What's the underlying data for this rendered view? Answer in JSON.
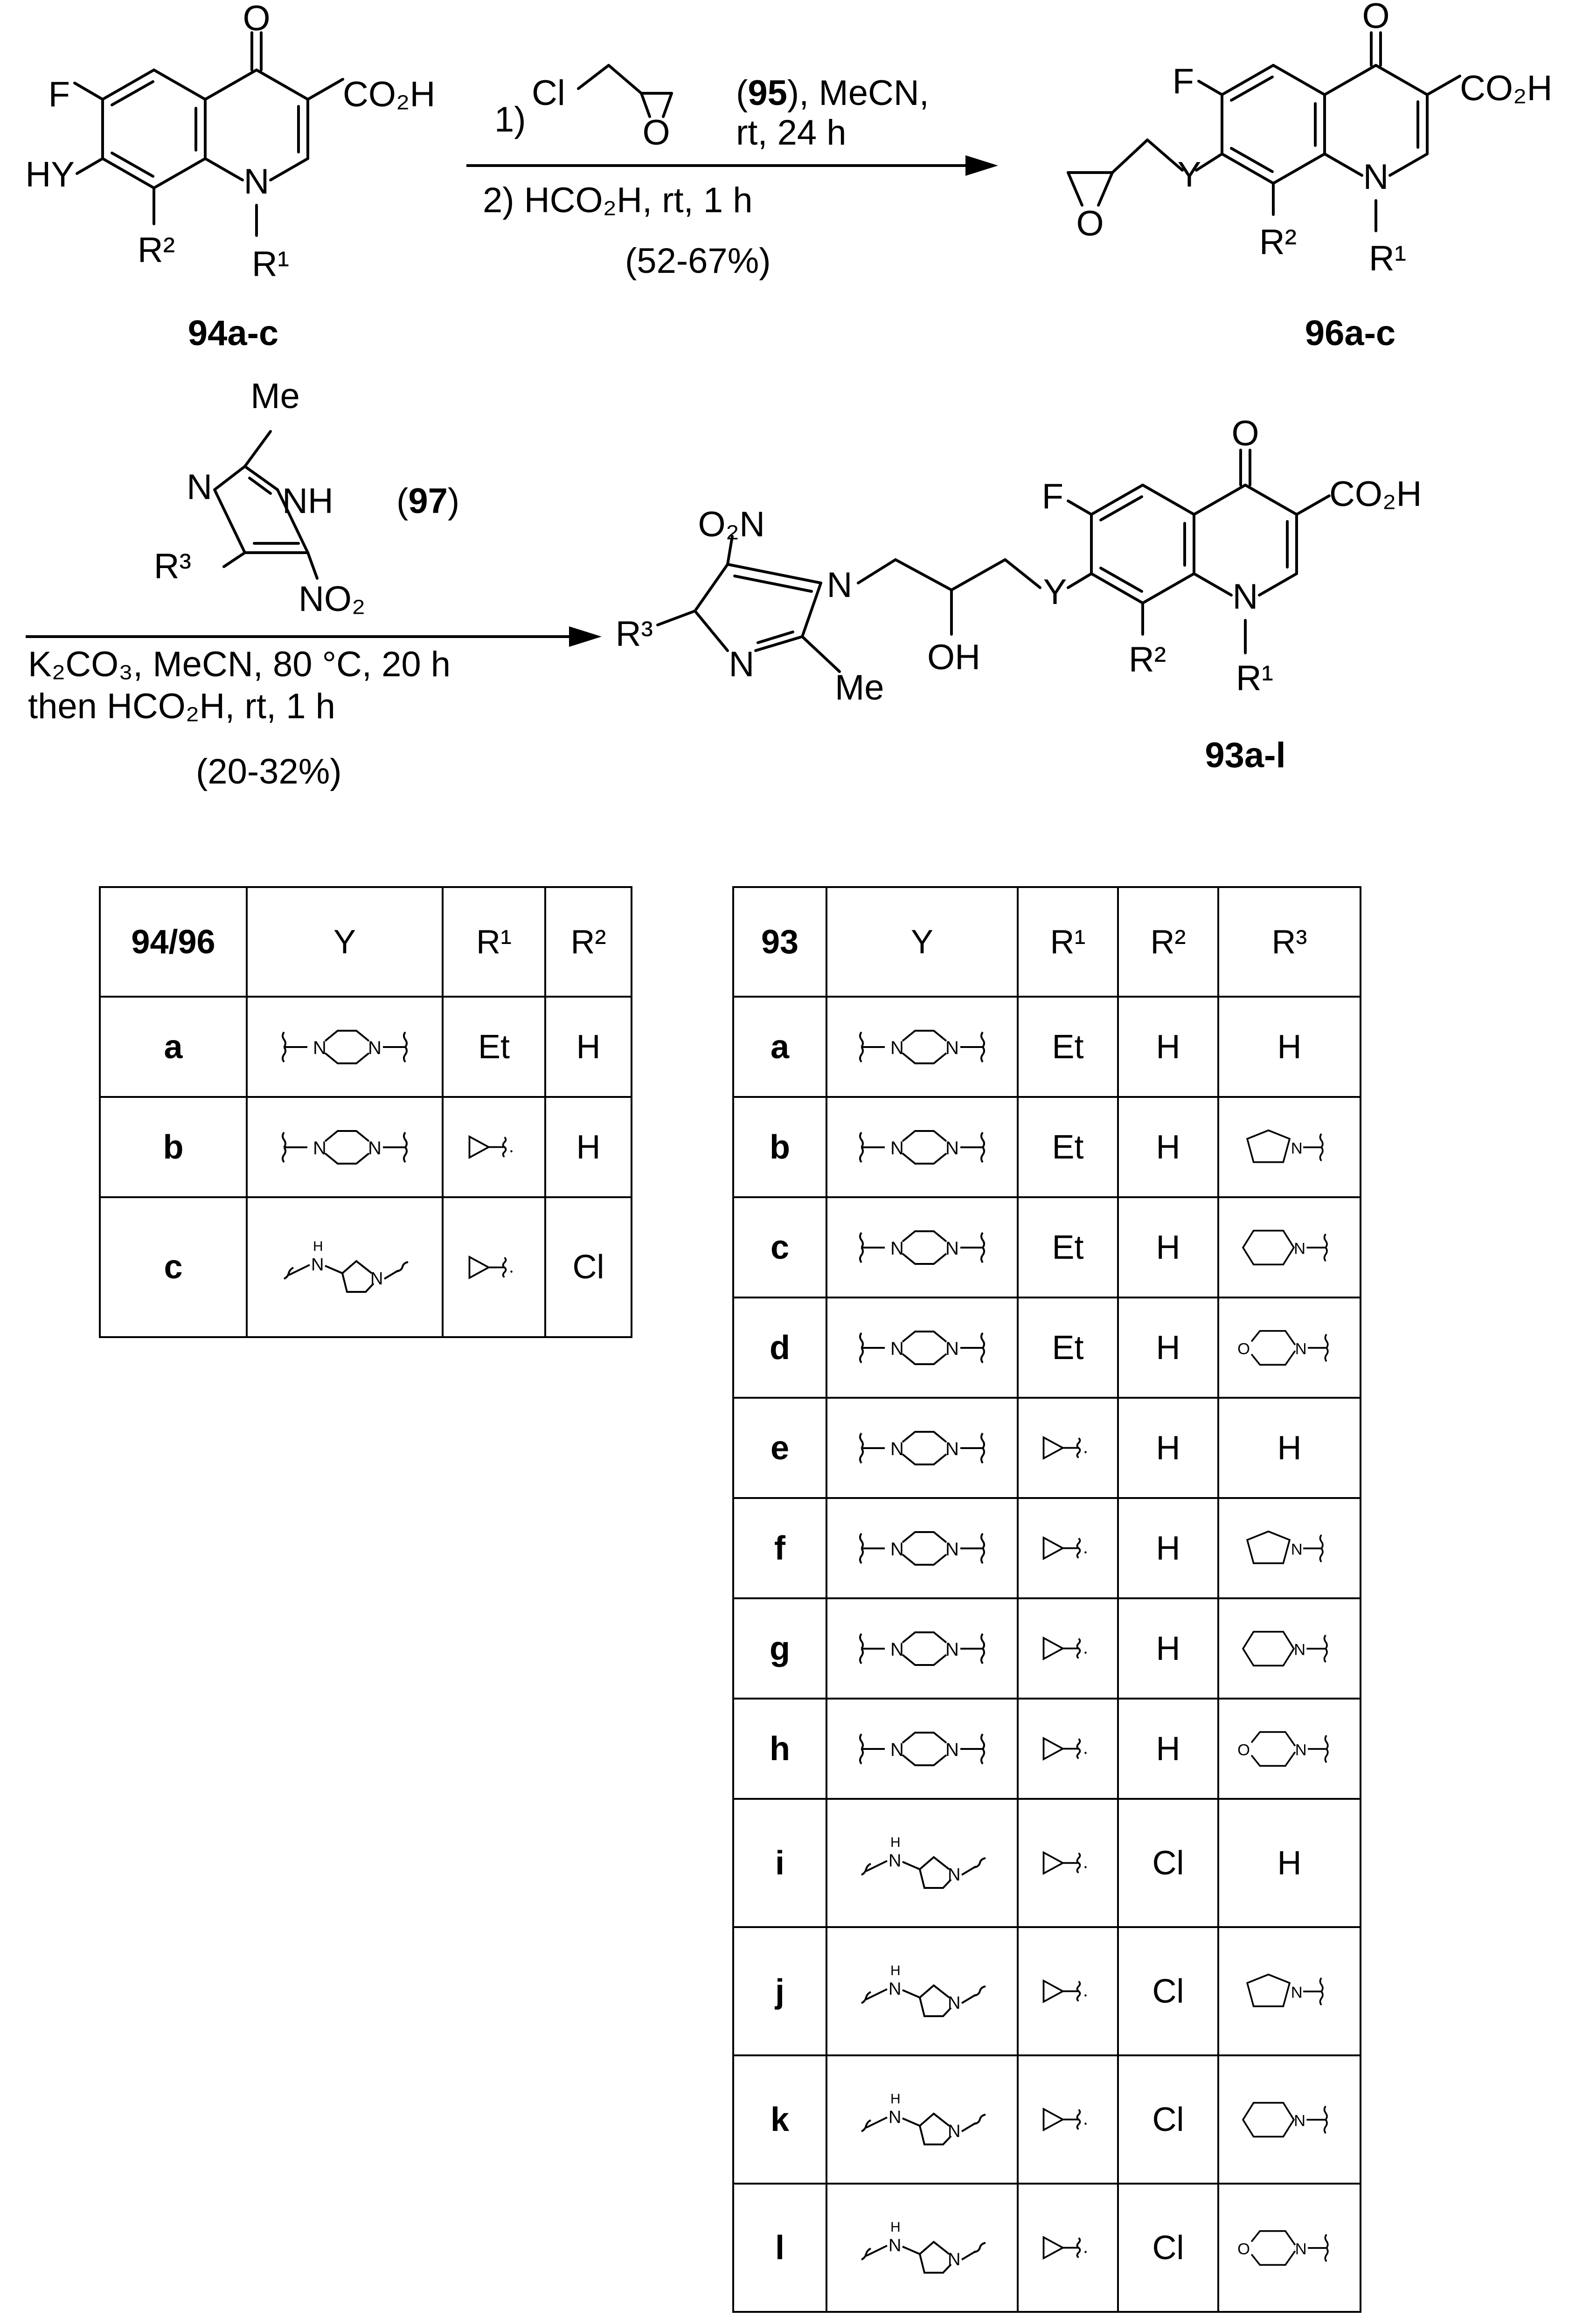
{
  "scheme": {
    "start_label": "94a-c",
    "intermediate_label": "96a-c",
    "product_label": "93a-l",
    "reagent_97_label": "97",
    "reagent_95_label": "95",
    "step1": {
      "line1_suffix": "), MeCN,",
      "line2": "rt, 24 h",
      "line3": "2) HCO₂H, rt, 1 h",
      "yield": "(52-67%)",
      "index": "1)"
    },
    "step2": {
      "line1": "K₂CO₃, MeCN, 80 °C, 20 h",
      "line2": "then HCO₂H, rt, 1 h",
      "yield": "(20-32%)"
    },
    "atoms": {
      "F": "F",
      "O": "O",
      "N": "N",
      "NH": "NH",
      "HY": "HY",
      "Y": "Y",
      "Cl": "Cl",
      "OH": "OH",
      "Me": "Me",
      "CO2H": "CO₂H",
      "NO2": "NO₂",
      "O2N": "O₂N",
      "R1": "R¹",
      "R2": "R²",
      "R3": "R³"
    }
  },
  "table1": {
    "headers": [
      "94/96",
      "Y",
      "R¹",
      "R²"
    ],
    "rows": [
      {
        "cmpd": "a",
        "y": "piperazine",
        "r1": "Et",
        "r2": "H"
      },
      {
        "cmpd": "b",
        "y": "piperazine",
        "r1": "cyclopropyl",
        "r2": "H"
      },
      {
        "cmpd": "c",
        "y": "aminopyrrolidine",
        "r1": "cyclopropyl",
        "r2": "Cl"
      }
    ]
  },
  "table2": {
    "headers": [
      "93",
      "Y",
      "R¹",
      "R²",
      "R³"
    ],
    "rows": [
      {
        "cmpd": "a",
        "y": "piperazine",
        "r1": "Et",
        "r2": "H",
        "r3": "H"
      },
      {
        "cmpd": "b",
        "y": "piperazine",
        "r1": "Et",
        "r2": "H",
        "r3": "pyrrolidine"
      },
      {
        "cmpd": "c",
        "y": "piperazine",
        "r1": "Et",
        "r2": "H",
        "r3": "piperidine"
      },
      {
        "cmpd": "d",
        "y": "piperazine",
        "r1": "Et",
        "r2": "H",
        "r3": "morpholine"
      },
      {
        "cmpd": "e",
        "y": "piperazine",
        "r1": "cyclopropyl",
        "r2": "H",
        "r3": "H"
      },
      {
        "cmpd": "f",
        "y": "piperazine",
        "r1": "cyclopropyl",
        "r2": "H",
        "r3": "pyrrolidine"
      },
      {
        "cmpd": "g",
        "y": "piperazine",
        "r1": "cyclopropyl",
        "r2": "H",
        "r3": "piperidine"
      },
      {
        "cmpd": "h",
        "y": "piperazine",
        "r1": "cyclopropyl",
        "r2": "H",
        "r3": "morpholine"
      },
      {
        "cmpd": "i",
        "y": "aminopyrrolidine",
        "r1": "cyclopropyl",
        "r2": "Cl",
        "r3": "H"
      },
      {
        "cmpd": "j",
        "y": "aminopyrrolidine",
        "r1": "cyclopropyl",
        "r2": "Cl",
        "r3": "pyrrolidine"
      },
      {
        "cmpd": "k",
        "y": "aminopyrrolidine",
        "r1": "cyclopropyl",
        "r2": "Cl",
        "r3": "piperidine"
      },
      {
        "cmpd": "l",
        "y": "aminopyrrolidine",
        "r1": "cyclopropyl",
        "r2": "Cl",
        "r3": "morpholine"
      }
    ]
  },
  "fragment_labels": {
    "N": "N",
    "H": "H",
    "O": "O"
  }
}
